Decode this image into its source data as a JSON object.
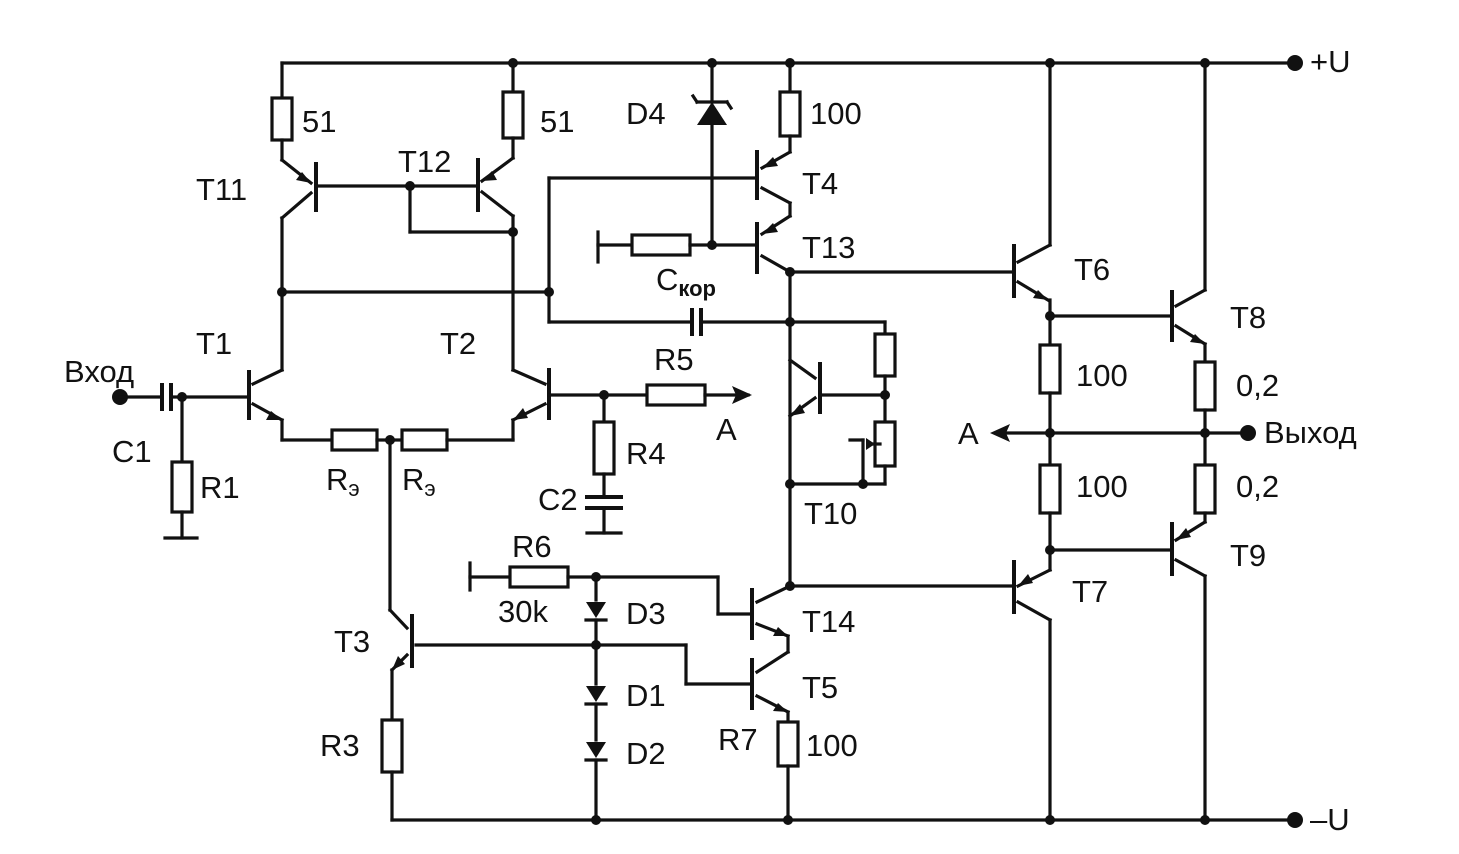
{
  "colors": {
    "ink": "#111111",
    "background": "#ffffff"
  },
  "labels": {
    "plus_u": "+U",
    "minus_u": "–U",
    "input": "Вход",
    "output": "Выход",
    "node_a_left": "A",
    "node_a_right": "A"
  },
  "transistors": {
    "t1": "T1",
    "t2": "T2",
    "t3": "T3",
    "t4": "T4",
    "t5": "T5",
    "t6": "T6",
    "t7": "T7",
    "t8": "T8",
    "t9": "T9",
    "t10": "T10",
    "t11": "T11",
    "t12": "T12",
    "t13": "T13",
    "t14": "T14"
  },
  "resistors": {
    "r1": "R1",
    "r3": "R3",
    "r4": "R4",
    "r5": "R5",
    "r6": "R6",
    "r7": "R7",
    "re": "R",
    "re_sub": "э",
    "r6_value": "30k",
    "r51_left": "51",
    "r51_right": "51",
    "r100_t4": "100",
    "r100_t6": "100",
    "r100_t7": "100",
    "r100_r7": "100",
    "r02_t8": "0,2",
    "r02_t9": "0,2"
  },
  "capacitors": {
    "c1": "C1",
    "c2": "C2",
    "ckor_main": "C",
    "ckor_sub": "кор"
  },
  "diodes": {
    "d1": "D1",
    "d2": "D2",
    "d3": "D3",
    "d4": "D4"
  }
}
